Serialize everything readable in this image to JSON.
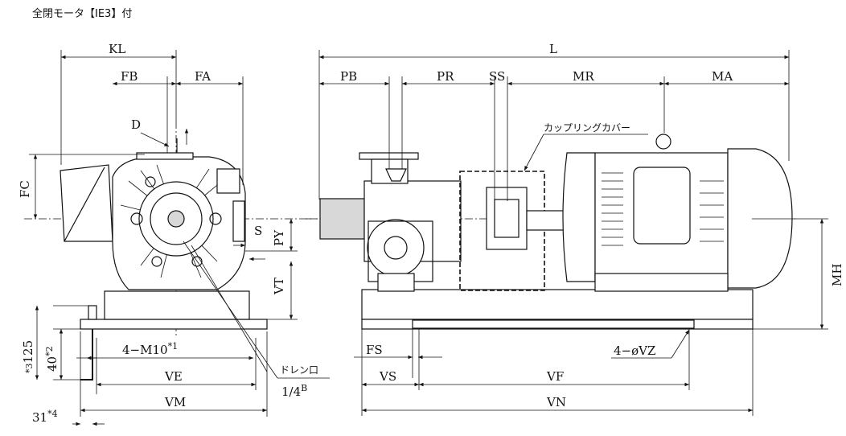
{
  "title": "全閉モータ【IE3】付",
  "side_view": {
    "labels": {
      "KL": "KL",
      "FB": "FB",
      "FA": "FA",
      "D": "D",
      "FC": "FC",
      "S": "S",
      "PY": "PY",
      "VT": "VT",
      "mount_bolt": "4−M10",
      "mount_bolt_note": "*1",
      "VE": "VE",
      "VM": "VM",
      "h125": "125",
      "h125_note": "*3",
      "h40": "40",
      "h40_note": "*2",
      "w31": "31",
      "w31_note": "*4",
      "drain": "ドレン口",
      "drain_size": "1/4",
      "drain_size_note": "B"
    }
  },
  "front_view": {
    "labels": {
      "L": "L",
      "PB": "PB",
      "PR": "PR",
      "SS": "SS",
      "MR": "MR",
      "MA": "MA",
      "coupling_cover": "カップリングカバー",
      "MH": "MH",
      "FS": "FS",
      "VS": "VS",
      "VF": "VF",
      "VN": "VN",
      "holes": "4−øVZ"
    }
  }
}
